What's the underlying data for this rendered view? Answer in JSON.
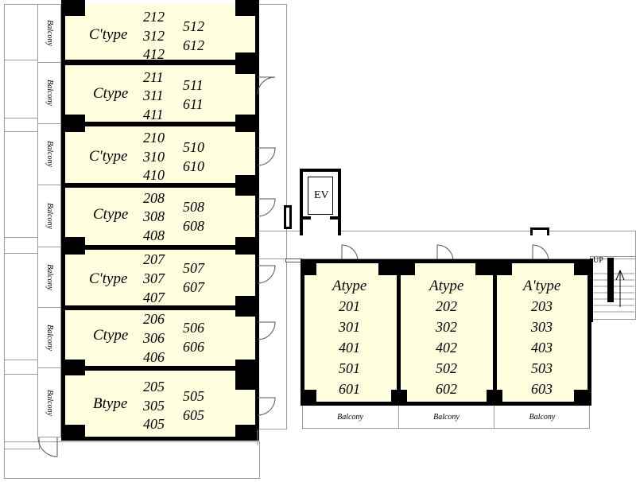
{
  "labels": {
    "balcony": "Balcony",
    "elevator": "EV",
    "up": "UP"
  },
  "west_units": [
    {
      "type": "C'type",
      "rooms": [
        "212",
        "312",
        "412",
        "512",
        "612"
      ]
    },
    {
      "type": "Ctype",
      "rooms": [
        "211",
        "311",
        "411",
        "511",
        "611"
      ]
    },
    {
      "type": "C'type",
      "rooms": [
        "210",
        "310",
        "410",
        "510",
        "610"
      ]
    },
    {
      "type": "Ctype",
      "rooms": [
        "208",
        "308",
        "408",
        "508",
        "608"
      ]
    },
    {
      "type": "C'type",
      "rooms": [
        "207",
        "307",
        "407",
        "507",
        "607"
      ]
    },
    {
      "type": "Ctype",
      "rooms": [
        "206",
        "306",
        "406",
        "506",
        "606"
      ]
    },
    {
      "type": "Btype",
      "rooms": [
        "205",
        "305",
        "405",
        "505",
        "605"
      ]
    }
  ],
  "east_units": [
    {
      "type": "Atype",
      "rooms": [
        "201",
        "301",
        "401",
        "501",
        "601"
      ]
    },
    {
      "type": "Atype",
      "rooms": [
        "202",
        "302",
        "402",
        "502",
        "602"
      ]
    },
    {
      "type": "A'type",
      "rooms": [
        "203",
        "303",
        "403",
        "503",
        "603"
      ]
    }
  ],
  "colors": {
    "unit_fill": "#ffffe0",
    "wall": "#000000",
    "outline": "#9a9a9a"
  }
}
